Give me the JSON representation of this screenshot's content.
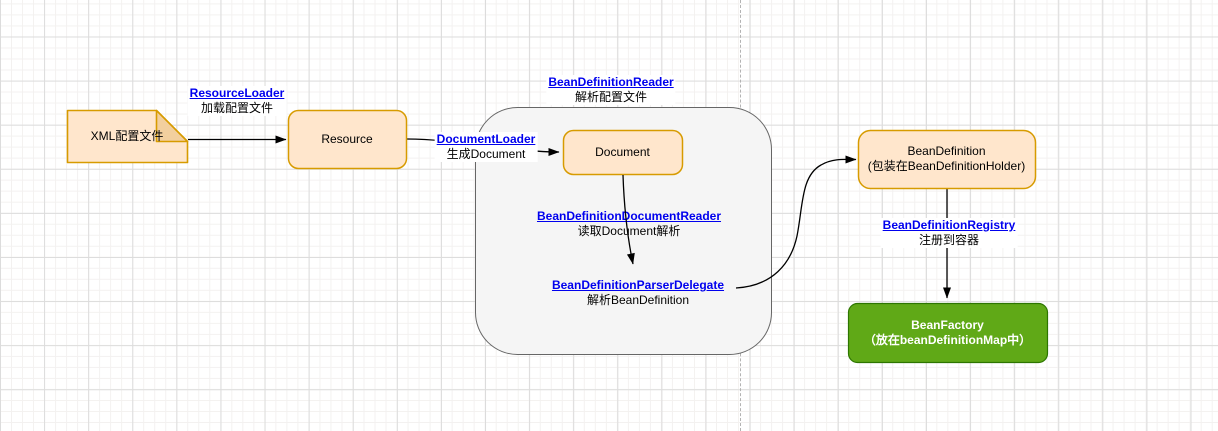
{
  "diagram": {
    "nodes": {
      "xml_file": {
        "label": "XML配置文件"
      },
      "resource": {
        "label": "Resource"
      },
      "document": {
        "label": "Document"
      },
      "bean_definition": {
        "line1": "BeanDefinition",
        "line2": "(包装在BeanDefinitionHolder)"
      },
      "bean_factory": {
        "line1": "BeanFactory",
        "line2": "（放在beanDefinitionMap中）"
      }
    },
    "edge_labels": {
      "resource_loader": {
        "link": "ResourceLoader",
        "desc": "加载配置文件"
      },
      "bean_definition_reader": {
        "link": "BeanDefinitionReader",
        "desc": "解析配置文件"
      },
      "document_loader": {
        "link": "DocumentLoader",
        "desc": "生成Document"
      },
      "bean_definition_document_reader": {
        "link": "BeanDefinitionDocumentReader",
        "desc": "读取Document解析"
      },
      "bean_definition_parser_delegate": {
        "link": "BeanDefinitionParserDelegate",
        "desc": "解析BeanDefinition"
      },
      "bean_definition_registry": {
        "link": "BeanDefinitionRegistry",
        "desc": "注册到容器"
      }
    },
    "colors": {
      "node_fill": "#ffe6cc",
      "node_stroke": "#d79b00",
      "note_fold_fill": "#f2cf9e",
      "container_fill": "#f5f5f5",
      "container_stroke": "#666666",
      "green_fill": "#60a917",
      "green_stroke": "#2d7600",
      "link_color": "#0000ee",
      "edge_color": "#000000",
      "grid_major": "#dcdcdc",
      "grid_minor": "#f3f1f0",
      "page_boundary": "#b3b3b3"
    }
  }
}
